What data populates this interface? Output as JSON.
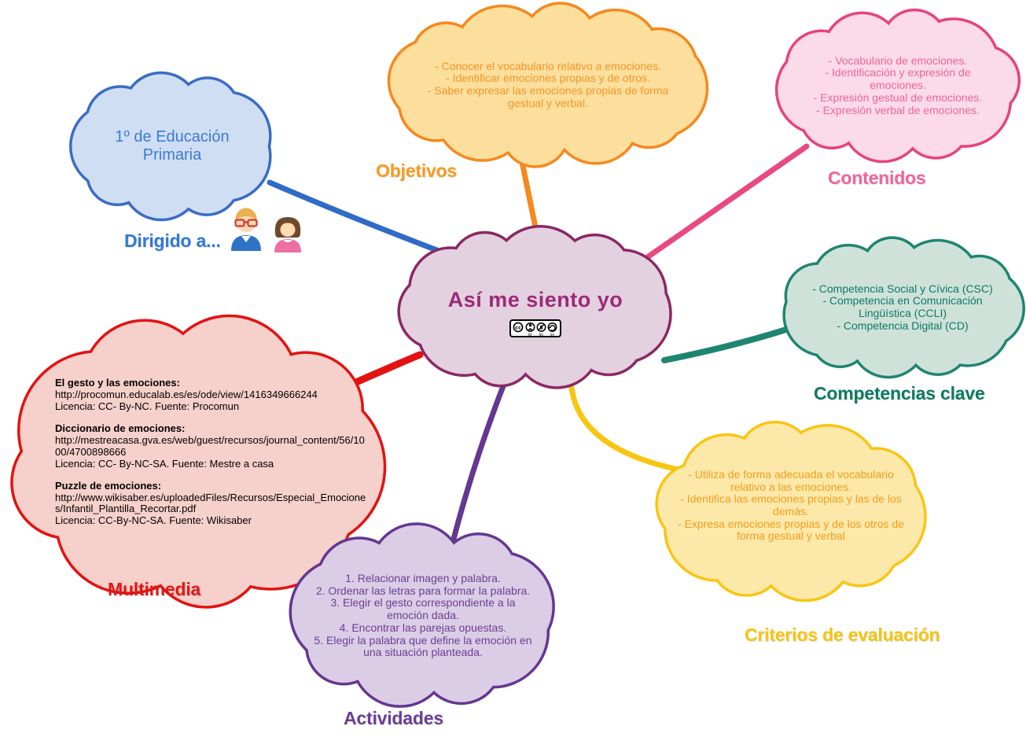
{
  "title": "Así me siento yo",
  "canvas_background": "#ffffff",
  "clouds": {
    "center": {
      "title": "Así me siento yo",
      "border_color": "#8b2864",
      "fill_color": "#e3d1e0",
      "text_color": "#9c2a78",
      "license_badge": "CC BY-NC-SA",
      "license_letters": [
        "BY",
        "NC",
        "SA"
      ]
    },
    "dirigido": {
      "caption": "Dirigido a...",
      "text": "1º de Educación Primaria",
      "border_color": "#3a6cc6",
      "fill_color": "#cfdef3",
      "text_color": "#3d7ad4",
      "caption_color": "#3079d6",
      "connector_color": "#2e6cc8"
    },
    "objetivos": {
      "caption": "Objetivos",
      "lines": [
        "- Conocer el vocabulario relativo a emociones.",
        "- Identificar emociones propias y de otros.",
        "- Saber expresar las emociones propias de forma gestual y verbal."
      ],
      "border_color": "#f6881f",
      "fill_color": "#fcdf9c",
      "text_color": "#f5952b",
      "caption_color": "#f89a1c",
      "connector_color": "#f6881f"
    },
    "contenidos": {
      "caption": "Contenidos",
      "lines": [
        "- Vocabulario de emociones.",
        "- Identificación y expresión de emociones.",
        "- Expresión gestual de emociones.",
        "- Expresión verbal de emociones."
      ],
      "border_color": "#e8427c",
      "fill_color": "#fbdbe8",
      "text_color": "#ef6499",
      "caption_color": "#ef6499",
      "connector_color": "#ea4880"
    },
    "competencias": {
      "caption": "Competencias clave",
      "lines": [
        "- Competencia Social y Cívica (CSC)",
        "- Competencia en Comunicación Lingüística (CCLI)",
        "- Competencia Digital (CD)"
      ],
      "border_color": "#1e8570",
      "fill_color": "#cfe2da",
      "text_color": "#0d7a62",
      "caption_color": "#0d7a62",
      "connector_color": "#1e8570"
    },
    "criterios": {
      "caption": "Criterios de evaluación",
      "lines": [
        "- Utiliza de forma adecuada el vocabulario relativo a las emociones.",
        "- Identifica las emociones propias y las de los demás.",
        "- Expresa emociones propias y de los otros de forma gestual y verbal"
      ],
      "border_color": "#f9c513",
      "fill_color": "#fce9a9",
      "text_color": "#f49c1e",
      "caption_color": "#f8c30e",
      "connector_color": "#f9c513"
    },
    "actividades": {
      "caption": "Actividades",
      "lines": [
        "1. Relacionar imagen y palabra.",
        "2. Ordenar las letras para formar la palabra.",
        "3. Elegir el gesto correspondiente a la emoción dada.",
        "4. Encontrar las parejas opuestas.",
        "5. Elegir la palabra que define la emoción en una situación planteada."
      ],
      "border_color": "#643791",
      "fill_color": "#dbcde5",
      "text_color": "#6a3f95",
      "caption_color": "#6a3f95",
      "connector_color": "#643791"
    },
    "multimedia": {
      "caption": "Multimedia",
      "resources": [
        {
          "name": "El gesto y las emociones:",
          "url": "http://procomun.educalab.es/es/ode/view/1416349666244",
          "license": "Licencia: CC- By-NC. Fuente: Procomun"
        },
        {
          "name": "Diccionario de emociones:",
          "url": "http://mestreacasa.gva.es/web/guest/recursos/journal_content/56/1000/4700898666",
          "license": "Licencia: CC- By-NC-SA. Fuente: Mestre a casa"
        },
        {
          "name": "Puzzle de emociones:",
          "url": "http://www.wikisaber.es/uploadedFiles/Recursos/Especial_Emociones/Infantil_Plantilla_Recortar.pdf",
          "license": "Licencia: CC-By-NC-SA. Fuente: Wikisaber"
        }
      ],
      "border_color": "#e31212",
      "fill_color": "#f6d0ca",
      "text_color": "#000000",
      "caption_color": "#e31616",
      "connector_color": "#e31212"
    }
  },
  "icons": {
    "boy": "boy-student-icon",
    "girl": "girl-student-icon",
    "license": "cc-by-nc-sa-badge-icon"
  }
}
